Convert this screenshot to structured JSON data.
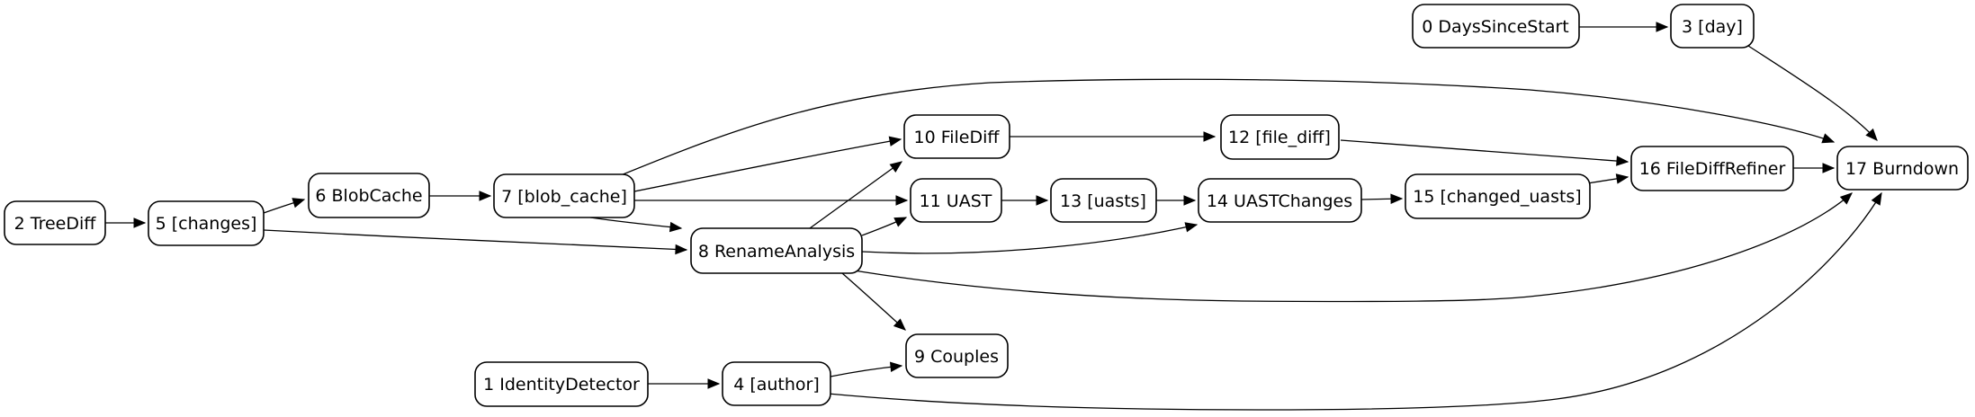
{
  "diagram": {
    "type": "directed-graph",
    "background_color": "#ffffff",
    "node_fill_color": "#ffffff",
    "node_stroke_color": "#000000",
    "edge_color": "#000000",
    "text_color": "#000000",
    "nodes": [
      {
        "id": 0,
        "label": "0 DaysSinceStart"
      },
      {
        "id": 1,
        "label": "1 IdentityDetector"
      },
      {
        "id": 2,
        "label": "2 TreeDiff"
      },
      {
        "id": 3,
        "label": "3 [day]"
      },
      {
        "id": 4,
        "label": "4 [author]"
      },
      {
        "id": 5,
        "label": "5 [changes]"
      },
      {
        "id": 6,
        "label": "6 BlobCache"
      },
      {
        "id": 7,
        "label": "7 [blob_cache]"
      },
      {
        "id": 8,
        "label": "8 RenameAnalysis"
      },
      {
        "id": 9,
        "label": "9 Couples"
      },
      {
        "id": 10,
        "label": "10 FileDiff"
      },
      {
        "id": 11,
        "label": "11 UAST"
      },
      {
        "id": 12,
        "label": "12 [file_diff]"
      },
      {
        "id": 13,
        "label": "13 [uasts]"
      },
      {
        "id": 14,
        "label": "14 UASTChanges"
      },
      {
        "id": 15,
        "label": "15 [changed_uasts]"
      },
      {
        "id": 16,
        "label": "16 FileDiffRefiner"
      },
      {
        "id": 17,
        "label": "17 Burndown"
      }
    ],
    "edges": [
      {
        "from": 0,
        "to": 3
      },
      {
        "from": 1,
        "to": 4
      },
      {
        "from": 2,
        "to": 5
      },
      {
        "from": 3,
        "to": 17
      },
      {
        "from": 4,
        "to": 9
      },
      {
        "from": 4,
        "to": 17
      },
      {
        "from": 5,
        "to": 6
      },
      {
        "from": 5,
        "to": 8
      },
      {
        "from": 6,
        "to": 7
      },
      {
        "from": 7,
        "to": 8
      },
      {
        "from": 7,
        "to": 10
      },
      {
        "from": 7,
        "to": 11
      },
      {
        "from": 7,
        "to": 17
      },
      {
        "from": 8,
        "to": 9
      },
      {
        "from": 8,
        "to": 10
      },
      {
        "from": 8,
        "to": 11
      },
      {
        "from": 8,
        "to": 14
      },
      {
        "from": 8,
        "to": 17
      },
      {
        "from": 10,
        "to": 12
      },
      {
        "from": 11,
        "to": 13
      },
      {
        "from": 12,
        "to": 16
      },
      {
        "from": 13,
        "to": 14
      },
      {
        "from": 14,
        "to": 15
      },
      {
        "from": 15,
        "to": 16
      },
      {
        "from": 16,
        "to": 17
      }
    ]
  }
}
